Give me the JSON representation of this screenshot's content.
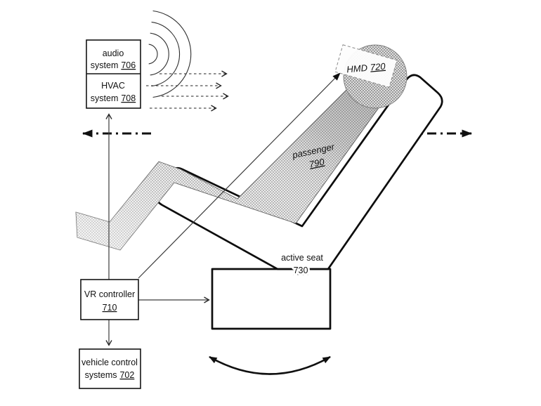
{
  "figure": {
    "boxes": {
      "audio": {
        "line1": "audio",
        "line2": "system",
        "num": "706"
      },
      "hvac": {
        "line1": "HVAC",
        "line2": "system",
        "num": "708"
      },
      "vr_controller": {
        "line1": "VR controller",
        "num": "710"
      },
      "vehicle_control": {
        "line1": "vehicle control",
        "line2": "systems",
        "num": "702"
      }
    },
    "labels": {
      "hmd": {
        "text": "HMD",
        "num": "720"
      },
      "passenger": {
        "text": "passenger",
        "num": "790"
      },
      "active_seat": {
        "text": "active seat",
        "num": "730"
      }
    },
    "colors": {
      "ink": "#111111",
      "body_fill": "#ececec",
      "head_fill": "#e0e0e0"
    }
  }
}
